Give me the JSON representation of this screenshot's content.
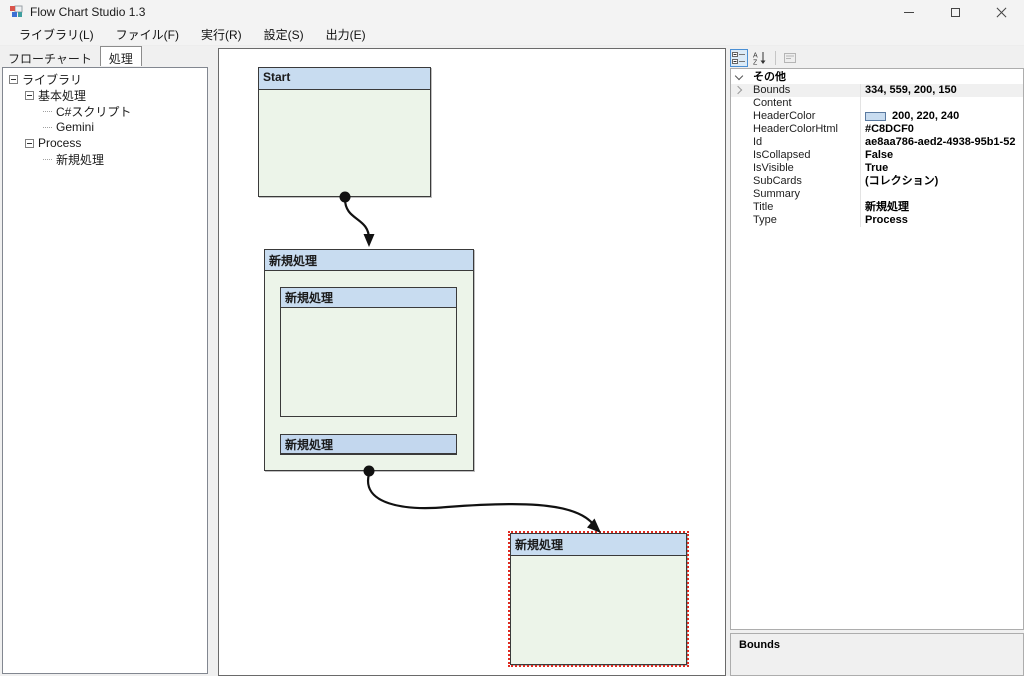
{
  "window": {
    "title": "Flow Chart Studio 1.3"
  },
  "menu": {
    "items": [
      {
        "label": "ライブラリ(L)"
      },
      {
        "label": "ファイル(F)"
      },
      {
        "label": "実行(R)"
      },
      {
        "label": "設定(S)"
      },
      {
        "label": "出力(E)"
      }
    ]
  },
  "tabs": [
    {
      "label": "フローチャート",
      "active": false
    },
    {
      "label": "処理",
      "active": true
    }
  ],
  "tree": {
    "items": [
      {
        "label": "ライブラリ",
        "level": 0,
        "expander": "minus"
      },
      {
        "label": "基本処理",
        "level": 1,
        "expander": "minus"
      },
      {
        "label": "C#スクリプト",
        "level": 2,
        "expander": "none"
      },
      {
        "label": "Gemini",
        "level": 2,
        "expander": "none"
      },
      {
        "label": "Process",
        "level": 1,
        "expander": "minus"
      },
      {
        "label": "新規処理",
        "level": 2,
        "expander": "none"
      }
    ]
  },
  "canvas": {
    "nodes": {
      "start": {
        "title": "Start"
      },
      "middle": {
        "title": "新規処理"
      },
      "sub1": {
        "title": "新規処理"
      },
      "sub2": {
        "title": "新規処理"
      },
      "selected": {
        "title": "新規処理"
      }
    },
    "colors": {
      "node_header": "#c8dcf0",
      "node_body": "#ecf4e9",
      "sub_header": "#c3d7ee",
      "node_border": "#3a3a3a",
      "selection": "#e02b20",
      "wire": "#111111"
    }
  },
  "propgrid": {
    "toolbar": {
      "categorized_icon": "categorized",
      "alphabetical_icon": "sort-az",
      "property_pages_icon": "property-pages"
    },
    "category": "その他",
    "rows": [
      {
        "name": "Bounds",
        "value": "334, 559, 200, 150",
        "selected": true,
        "expander": "right"
      },
      {
        "name": "Content",
        "value": ""
      },
      {
        "name": "HeaderColor",
        "value": "200, 220, 240",
        "swatch": "#C8DCF0"
      },
      {
        "name": "HeaderColorHtml",
        "value": "#C8DCF0"
      },
      {
        "name": "Id",
        "value": "ae8aa786-aed2-4938-95b1-52"
      },
      {
        "name": "IsCollapsed",
        "value": "False"
      },
      {
        "name": "IsVisible",
        "value": "True"
      },
      {
        "name": "SubCards",
        "value": "(コレクション)"
      },
      {
        "name": "Summary",
        "value": ""
      },
      {
        "name": "Title",
        "value": "新規処理"
      },
      {
        "name": "Type",
        "value": "Process"
      }
    ],
    "description": {
      "title": "Bounds"
    }
  }
}
